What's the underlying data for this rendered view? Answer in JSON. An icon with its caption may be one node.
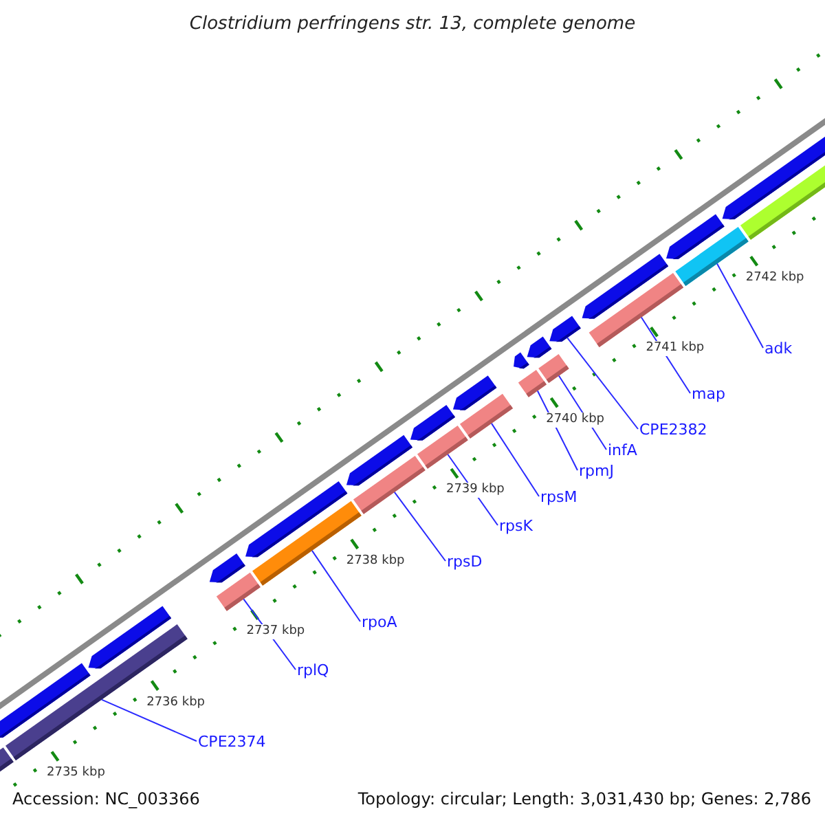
{
  "diagram": {
    "title": "Clostridium perfringens str. 13, complete genome",
    "nodes": [
      {
        "text": [
          "CPE2374"
        ]
      },
      {
        "text": [
          "rplQ"
        ]
      },
      {
        "text": [
          "rpoA"
        ]
      },
      {
        "text": [
          "rpsD"
        ]
      },
      {
        "text": [
          "rpsK"
        ]
      },
      {
        "text": [
          "rpsM"
        ]
      },
      {
        "text": [
          "rpmJ"
        ]
      },
      {
        "text": [
          "infA"
        ]
      },
      {
        "text": [
          "CPE2382"
        ]
      },
      {
        "text": [
          "map"
        ]
      },
      {
        "text": [
          "adk"
        ]
      },
      {
        "text": [],
        "shape": "bar"
      },
      {
        "text": [],
        "shape": "bar"
      },
      {
        "text": [],
        "shape": "bar"
      },
      {
        "text": [],
        "shape": "bar"
      },
      {
        "text": [],
        "shape": "bar"
      },
      {
        "text": [],
        "shape": "bar"
      },
      {
        "text": [],
        "shape": "bar"
      },
      {
        "text": [],
        "shape": "bar"
      },
      {
        "text": [],
        "shape": "bar"
      },
      {
        "text": [],
        "shape": "bar"
      },
      {
        "text": [],
        "shape": "bar"
      },
      {
        "text": [],
        "shape": "bar"
      },
      {
        "text": [],
        "shape": "bar"
      },
      {
        "text": [],
        "shape": "bar"
      },
      {
        "text": [],
        "shape": "bar"
      },
      {
        "text": [],
        "shape": "bar"
      },
      {
        "text": [],
        "shape": "bar"
      },
      {
        "text": [],
        "shape": "bar"
      },
      {
        "text": [],
        "shape": "bar"
      },
      {
        "text": [],
        "shape": "bar"
      },
      {
        "text": [],
        "shape": "bar"
      },
      {
        "text": [],
        "shape": "bar"
      },
      {
        "text": [],
        "shape": "bar"
      },
      {
        "text": [],
        "shape": "bar"
      },
      {
        "text": [],
        "shape": "bar"
      }
    ],
    "edges": [
      {
        "from": 0,
        "to": 13,
        "arrow": "none"
      },
      {
        "from": 1,
        "to": 15,
        "arrow": "none"
      },
      {
        "from": 2,
        "to": 17,
        "arrow": "none"
      },
      {
        "from": 3,
        "to": 19,
        "arrow": "none"
      },
      {
        "from": 4,
        "to": 21,
        "arrow": "none"
      },
      {
        "from": 5,
        "to": 23,
        "arrow": "none"
      },
      {
        "from": 6,
        "to": 25,
        "arrow": "none"
      },
      {
        "from": 7,
        "to": 28,
        "arrow": "none"
      },
      {
        "from": 8,
        "to": 29,
        "arrow": "none"
      },
      {
        "from": 9,
        "to": 30,
        "arrow": "none"
      },
      {
        "from": 10,
        "to": 32,
        "arrow": "none"
      }
    ],
    "labels": [
      "2735 kbp",
      "2736 kbp",
      "2737 kbp",
      "2738 kbp",
      "2739 kbp",
      "2740 kbp",
      "2741 kbp",
      "2742 kbp",
      "Accession: NC_003366",
      "Topology: circular; Length: 3,031,430 bp; Genes: 2,786"
    ]
  }
}
